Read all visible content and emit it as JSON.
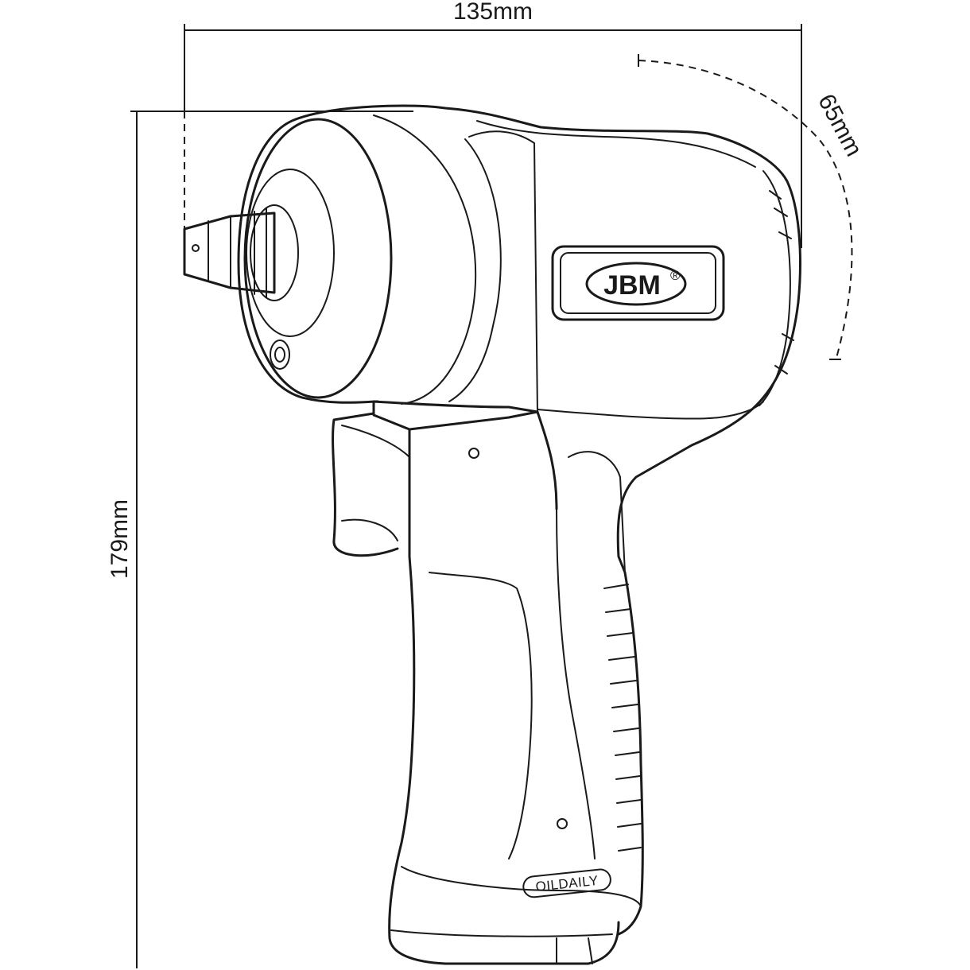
{
  "dimensions": {
    "width_label": "135mm",
    "height_label": "179mm",
    "outlet_label": "65mm"
  },
  "branding": {
    "logo_text": "JBM",
    "logo_registered": "®",
    "grip_tag": "OILDAILY"
  },
  "colors": {
    "line": "#1a1a1a",
    "background": "#ffffff"
  }
}
